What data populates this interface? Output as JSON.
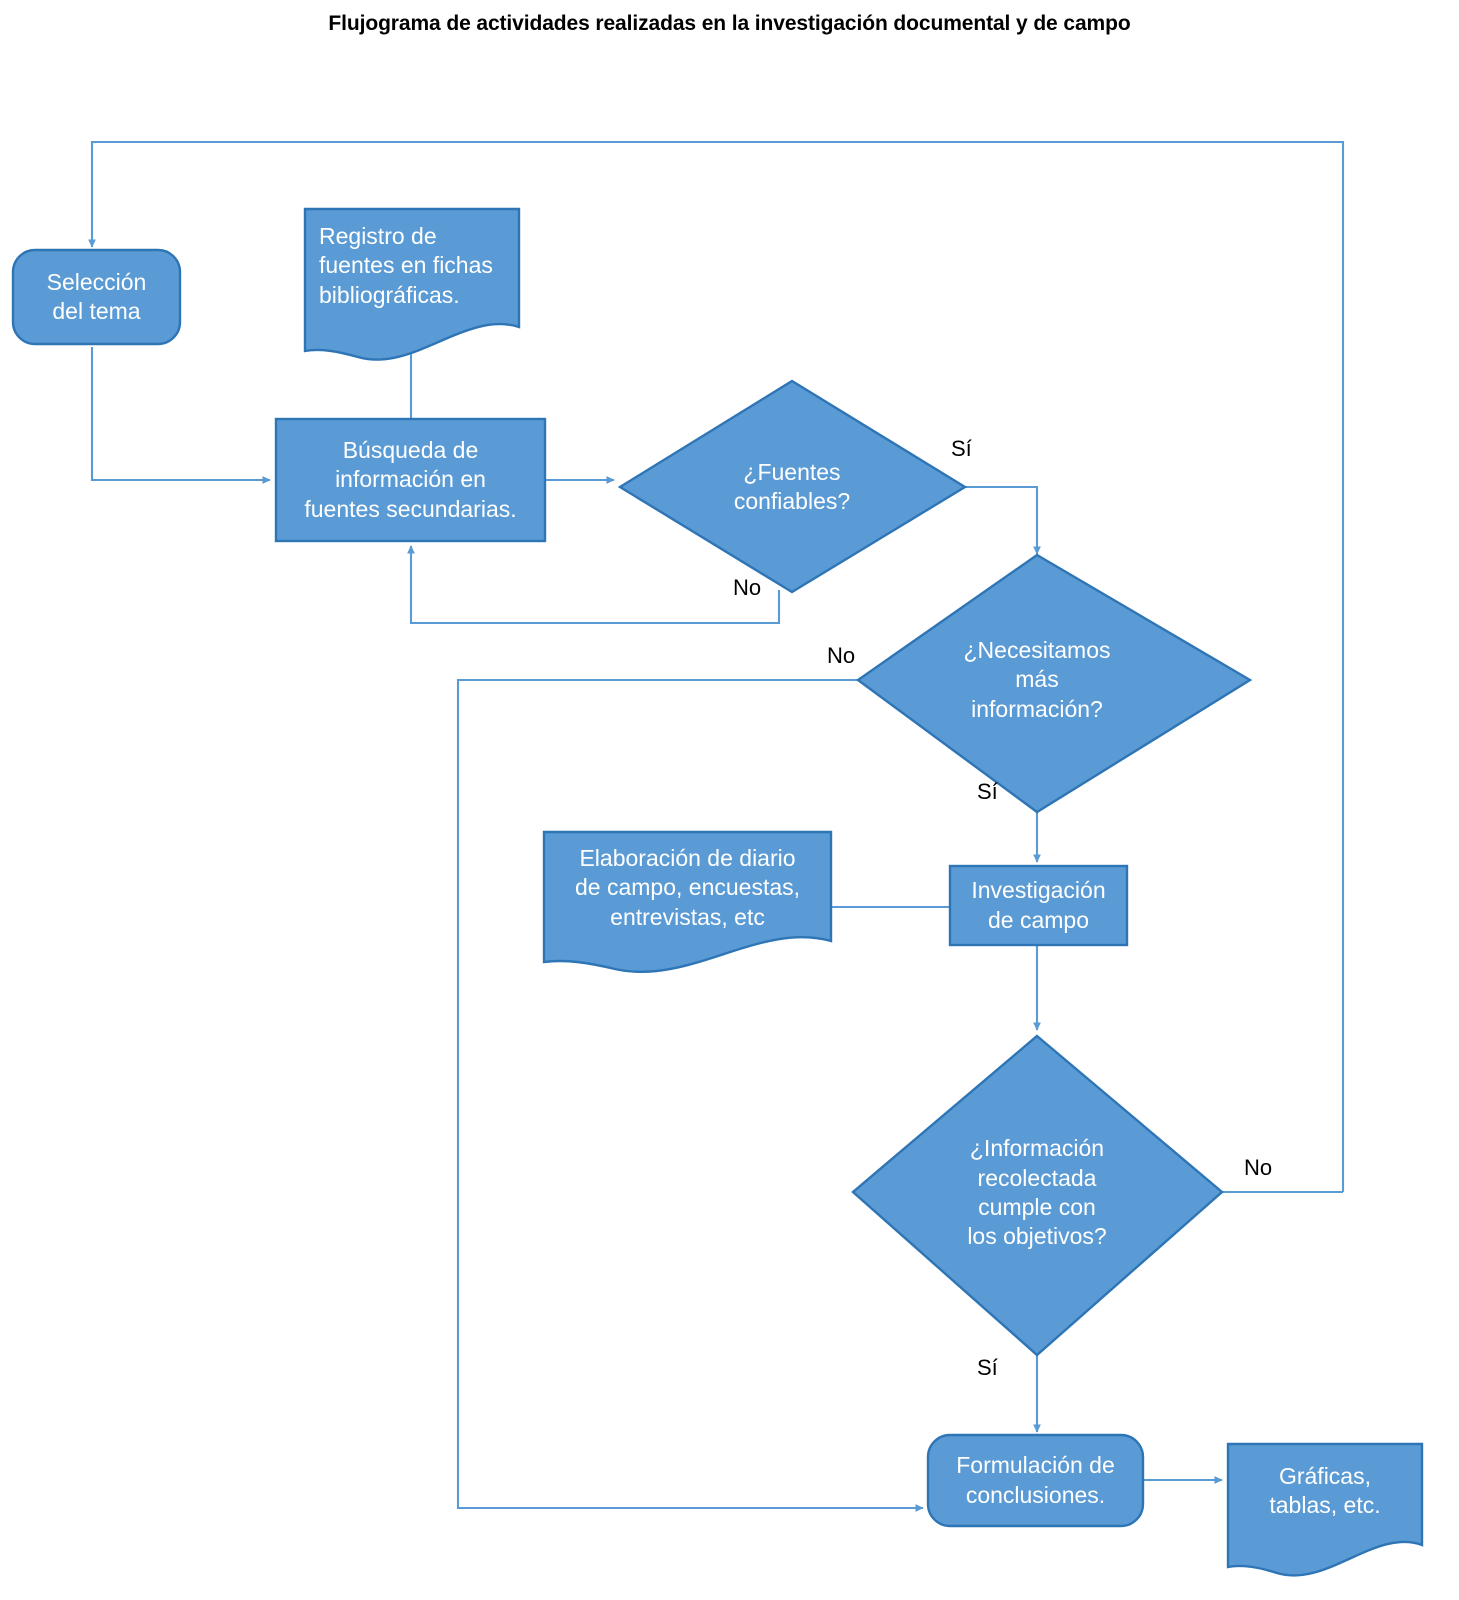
{
  "title": "Flujograma de actividades realizadas en la investigación documental y de campo",
  "colors": {
    "shape_fill": "#5b9bd5",
    "shape_stroke": "#2e75b6",
    "connector": "#5b9bd5",
    "shape_text": "#ffffff",
    "label_text": "#000000",
    "background": "#ffffff"
  },
  "nodes": [
    {
      "id": "seleccion-del-tema",
      "shape": "terminator",
      "text": "Selección\ndel tema"
    },
    {
      "id": "registro-de-fuentes",
      "shape": "document",
      "text": "Registro de\nfuentes en fichas\nbibliográficas."
    },
    {
      "id": "busqueda-de-informacion",
      "shape": "process",
      "text": "Búsqueda de\ninformación en\nfuentes secundarias."
    },
    {
      "id": "fuentes-confiables",
      "shape": "decision",
      "text": "¿Fuentes\nconfiables?"
    },
    {
      "id": "necesitamos-mas-informacion",
      "shape": "decision",
      "text": "¿Necesitamos\nmás\ninformación?"
    },
    {
      "id": "elaboracion-de-diario",
      "shape": "document",
      "text": "Elaboración de diario\nde campo, encuestas,\nentrevistas, etc"
    },
    {
      "id": "investigacion-de-campo",
      "shape": "process",
      "text": "Investigación\nde campo"
    },
    {
      "id": "informacion-cumple-objetivos",
      "shape": "decision",
      "text": "¿Información\nrecolectada\ncumple con\nlos objetivos?"
    },
    {
      "id": "formulacion-de-conclusiones",
      "shape": "terminator",
      "text": "Formulación de\nconclusiones."
    },
    {
      "id": "graficas-tablas",
      "shape": "document",
      "text": "Gráficas,\ntablas, etc."
    }
  ],
  "edge_labels": {
    "fuentes_si": "Sí",
    "fuentes_no": "No",
    "necesitamos_no": "No",
    "necesitamos_si": "Sí",
    "objetivos_no": "No",
    "objetivos_si": "Sí"
  }
}
